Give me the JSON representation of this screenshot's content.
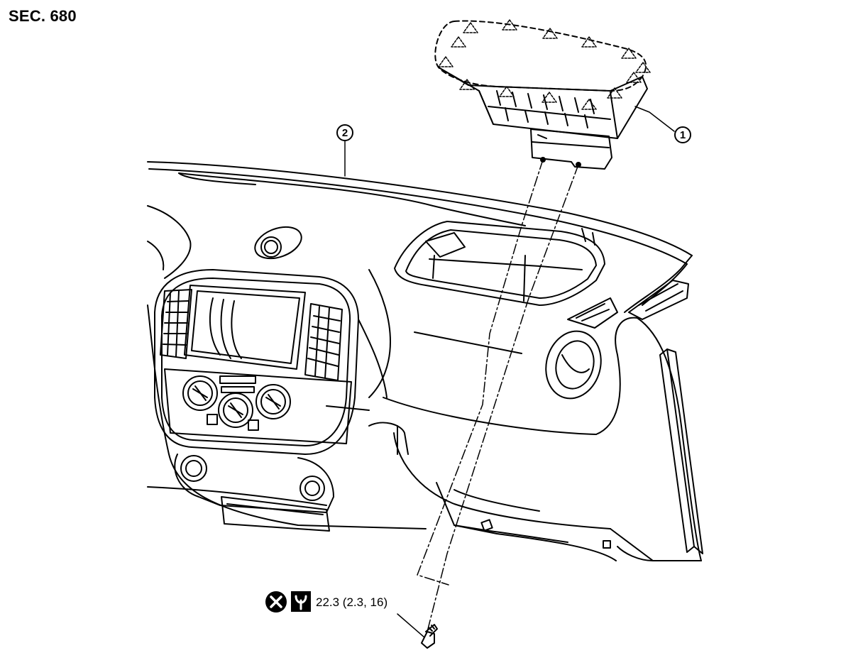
{
  "section": "SEC. 680",
  "callouts": [
    {
      "number": "1",
      "part": "passenger-airbag-module"
    },
    {
      "number": "2",
      "part": "instrument-panel"
    }
  ],
  "torque": {
    "value": "22.3 (2.3, 16)",
    "icons": [
      "do-not-reuse-icon",
      "torque-wrench-icon"
    ]
  },
  "colors": {
    "line": "#000000",
    "background": "#ffffff"
  }
}
